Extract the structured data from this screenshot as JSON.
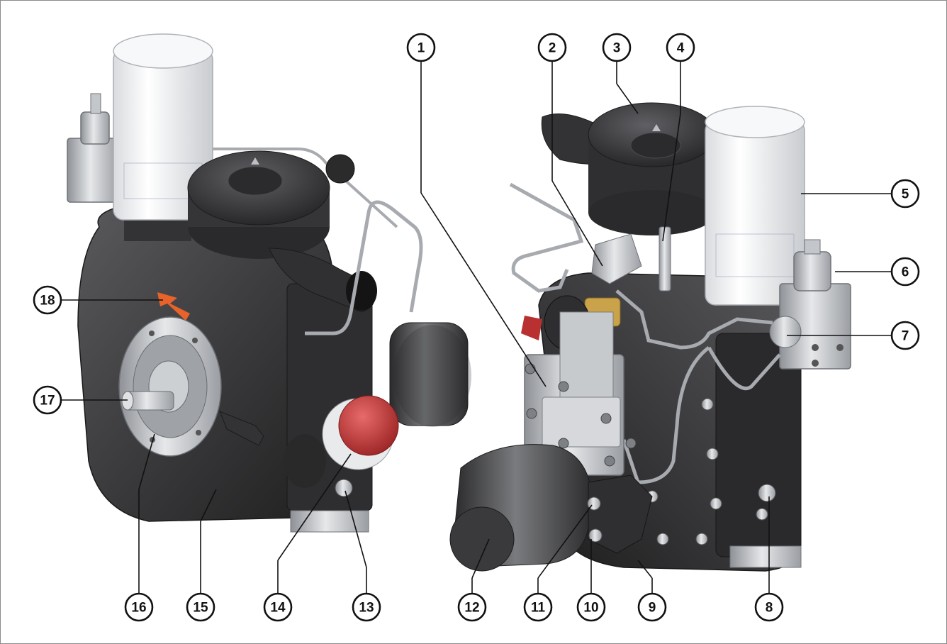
{
  "figure": {
    "callouts": [
      {
        "number": "1"
      },
      {
        "number": "2"
      },
      {
        "number": "3"
      },
      {
        "number": "4"
      },
      {
        "number": "5"
      },
      {
        "number": "6"
      },
      {
        "number": "7"
      },
      {
        "number": "8"
      },
      {
        "number": "9"
      },
      {
        "number": "10"
      },
      {
        "number": "11"
      },
      {
        "number": "12"
      },
      {
        "number": "13"
      },
      {
        "number": "14"
      },
      {
        "number": "15"
      },
      {
        "number": "16"
      },
      {
        "number": "17"
      },
      {
        "number": "18"
      }
    ],
    "colors": {
      "body": "#3b3b3d",
      "body_dark": "#262627",
      "filter_white": "#f2f3f5",
      "steel": "#b9bcc0",
      "cap_red": "#c93434",
      "arrow_orange": "#e8632a",
      "brass": "#c9a24a"
    },
    "views": [
      "left-pump-view",
      "right-pump-view"
    ]
  }
}
